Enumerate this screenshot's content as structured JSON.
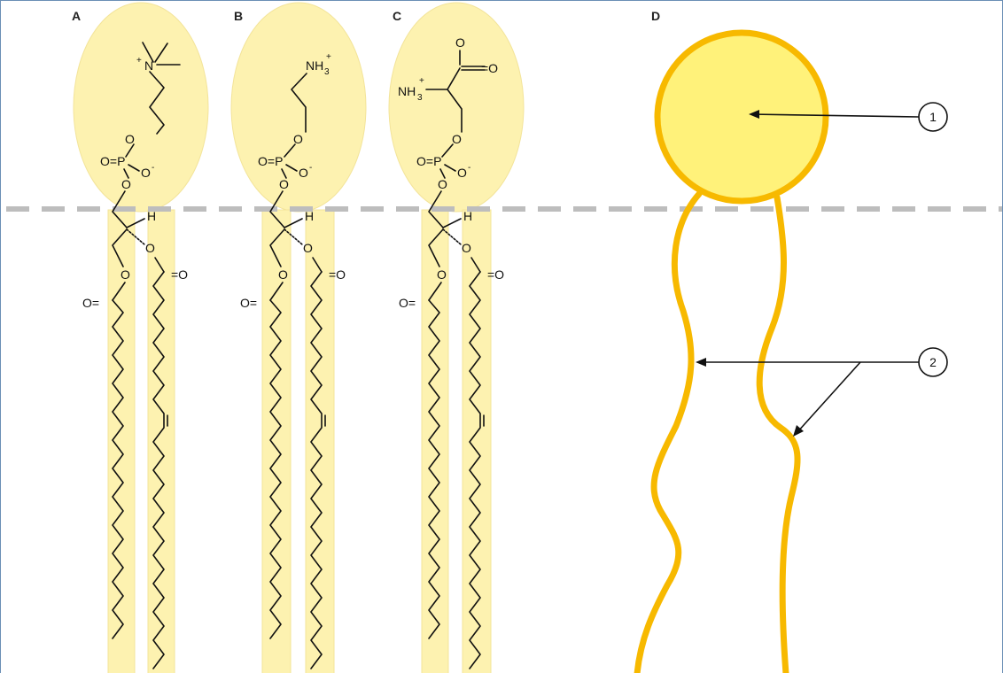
{
  "panels": {
    "A": {
      "letter": "A",
      "headgroup": [
        {
          "label": "N",
          "charge": "+"
        },
        {
          "label": "O"
        },
        {
          "label": "O=P",
          "charge": ""
        },
        {
          "label": "O",
          "charge": "-"
        },
        {
          "label": "O"
        },
        {
          "label": "H"
        },
        {
          "label": "O"
        },
        {
          "label": "O"
        },
        {
          "label": "O="
        },
        {
          "label": "=O"
        }
      ]
    },
    "B": {
      "letter": "B",
      "headgroup": [
        {
          "label": "NH",
          "sub": "3",
          "charge": "+"
        },
        {
          "label": "O"
        },
        {
          "label": "O=P"
        },
        {
          "label": "O",
          "charge": "-"
        },
        {
          "label": "O"
        },
        {
          "label": "H"
        },
        {
          "label": "O"
        },
        {
          "label": "O"
        },
        {
          "label": "O="
        },
        {
          "label": "=O"
        }
      ]
    },
    "C": {
      "letter": "C",
      "headgroup": [
        {
          "label": "O"
        },
        {
          "label": "=O"
        },
        {
          "label": "NH",
          "sub": "3",
          "charge": "+"
        },
        {
          "label": "O"
        },
        {
          "label": "O=P"
        },
        {
          "label": "O",
          "charge": "-"
        },
        {
          "label": "O"
        },
        {
          "label": "H"
        },
        {
          "label": "O"
        },
        {
          "label": "O"
        },
        {
          "label": "O="
        },
        {
          "label": "=O"
        }
      ]
    },
    "D": {
      "letter": "D",
      "callouts": [
        "1",
        "2"
      ]
    }
  },
  "colors": {
    "glow": "#fdf2b0",
    "head_fill": "#fff27a",
    "tail_stroke": "#f7b900",
    "divider": "#bdbdbd"
  }
}
